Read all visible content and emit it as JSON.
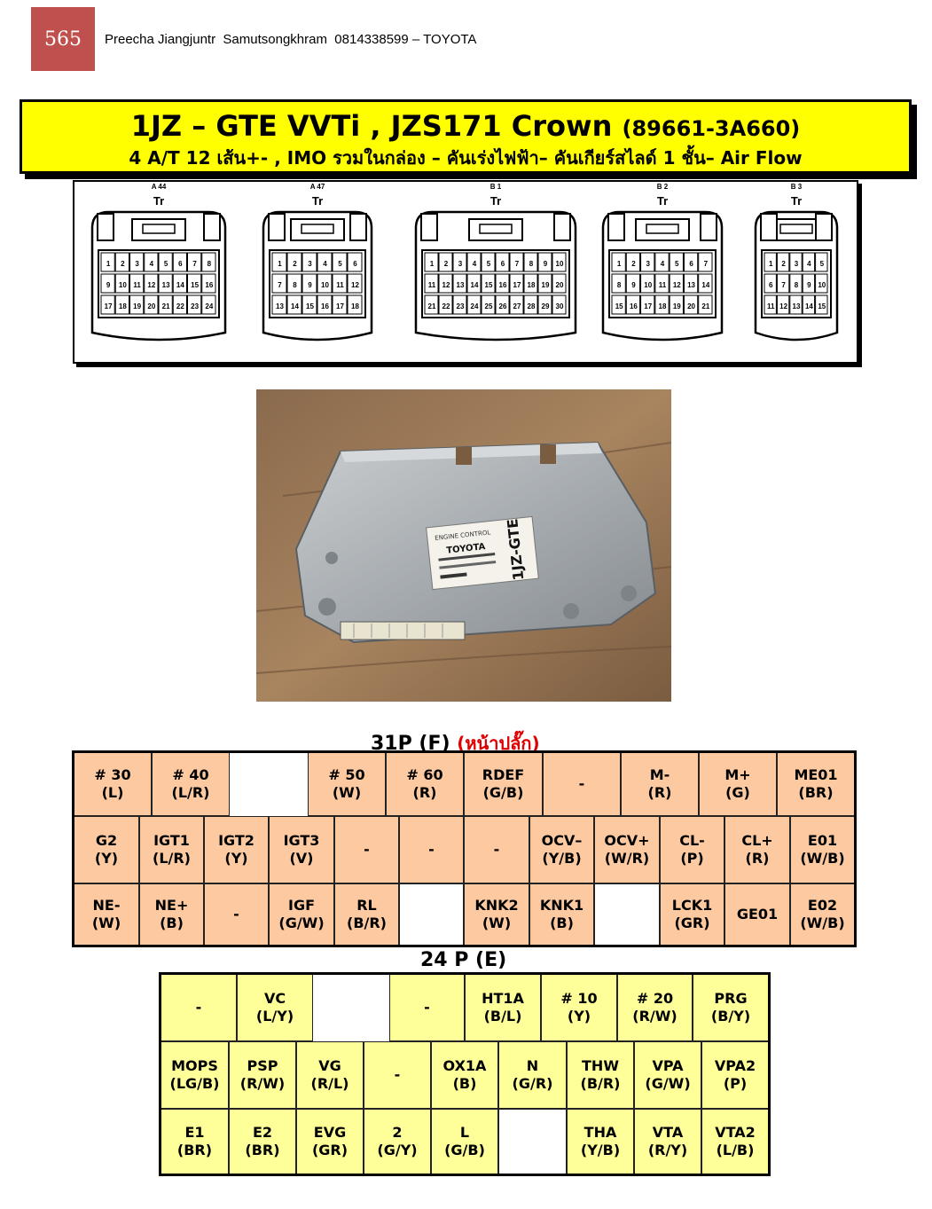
{
  "header": {
    "page_number": "565",
    "author_line": "Preecha Jiangjuntr  Samutsongkhram  0814338599 – TOYOTA"
  },
  "title": {
    "line1_main": "1JZ – GTE  VVTi , JZS171 Crown",
    "line1_suffix": "(89661-3A660)",
    "line2": "4 A/T  12 เส้น+- , IMO  รวมในกล่อง – คันเร่งไฟฟ้า– คันเกียร์สไลด์ 1 ชั้น– Air Flow"
  },
  "connectors": [
    {
      "label": "A 44",
      "tr": "Tr"
    },
    {
      "label": "A 47",
      "tr": "Tr"
    },
    {
      "label": "B 1",
      "tr": "Tr"
    },
    {
      "label": "B 2",
      "tr": "Tr"
    },
    {
      "label": "B 3",
      "tr": "Tr"
    }
  ],
  "photo": {
    "label_text": "1JZ-GTE",
    "brand": "TOYOTA",
    "colors": {
      "background": "#9e7a57",
      "ecu_case": "#aeb3b6"
    }
  },
  "section_31p": {
    "title_main": "31P (F)",
    "title_note": "(หน้าปลั๊ก)",
    "row1": [
      {
        "name": "# 30",
        "color": "(L)"
      },
      {
        "name": "# 40",
        "color": "(L/R)"
      },
      {
        "name": "# 50",
        "color": "(W)"
      },
      {
        "name": "# 60",
        "color": "(R)"
      },
      {
        "name": "RDEF",
        "color": "(G/B)"
      },
      {
        "name": "-",
        "color": ""
      },
      {
        "name": "M-",
        "color": "(R)"
      },
      {
        "name": "M+",
        "color": "(G)"
      },
      {
        "name": "ME01",
        "color": "(BR)"
      }
    ],
    "row2": [
      {
        "name": "G2",
        "color": "(Y)"
      },
      {
        "name": "IGT1",
        "color": "(L/R)"
      },
      {
        "name": "IGT2",
        "color": "(Y)"
      },
      {
        "name": "IGT3",
        "color": "(V)"
      },
      {
        "name": "-",
        "color": ""
      },
      {
        "name": "-",
        "color": ""
      },
      {
        "name": "-",
        "color": ""
      },
      {
        "name": "OCV–",
        "color": "(Y/B)"
      },
      {
        "name": "OCV+",
        "color": "(W/R)"
      },
      {
        "name": "CL-",
        "color": "(P)"
      },
      {
        "name": "CL+",
        "color": "(R)"
      },
      {
        "name": "E01",
        "color": "(W/B)"
      }
    ],
    "row3": [
      {
        "name": "NE-",
        "color": "(W)"
      },
      {
        "name": "NE+",
        "color": "(B)"
      },
      {
        "name": "-",
        "color": ""
      },
      {
        "name": "IGF",
        "color": "(G/W)"
      },
      {
        "name": "RL",
        "color": "(B/R)"
      },
      {
        "name": "KNK2",
        "color": "(W)"
      },
      {
        "name": "KNK1",
        "color": "(B)"
      },
      {
        "name": "LCK1",
        "color": "(GR)"
      },
      {
        "name": "GE01",
        "color": ""
      },
      {
        "name": "E02",
        "color": "(W/B)"
      }
    ]
  },
  "section_24p": {
    "title_main": "24 P (E)",
    "row1": [
      {
        "name": "-",
        "color": ""
      },
      {
        "name": "VC",
        "color": "(L/Y)"
      },
      {
        "name": "-",
        "color": ""
      },
      {
        "name": "HT1A",
        "color": "(B/L)"
      },
      {
        "name": "# 10",
        "color": "(Y)"
      },
      {
        "name": "# 20",
        "color": "(R/W)"
      },
      {
        "name": "PRG",
        "color": "(B/Y)"
      }
    ],
    "row2": [
      {
        "name": "MOPS",
        "color": "(LG/B)"
      },
      {
        "name": "PSP",
        "color": "(R/W)"
      },
      {
        "name": "VG",
        "color": "(R/L)"
      },
      {
        "name": "-",
        "color": ""
      },
      {
        "name": "OX1A",
        "color": "(B)"
      },
      {
        "name": "N",
        "color": "(G/R)"
      },
      {
        "name": "THW",
        "color": "(B/R)"
      },
      {
        "name": "VPA",
        "color": "(G/W)"
      },
      {
        "name": "VPA2",
        "color": "(P)"
      }
    ],
    "row3": [
      {
        "name": "E1",
        "color": "(BR)"
      },
      {
        "name": "E2",
        "color": "(BR)"
      },
      {
        "name": "EVG",
        "color": "(GR)"
      },
      {
        "name": "2",
        "color": "(G/Y)"
      },
      {
        "name": "L",
        "color": "(G/B)"
      },
      {
        "name": "THA",
        "color": "(Y/B)"
      },
      {
        "name": "VTA",
        "color": "(R/Y)"
      },
      {
        "name": "VTA2",
        "color": "(L/B)"
      }
    ]
  }
}
